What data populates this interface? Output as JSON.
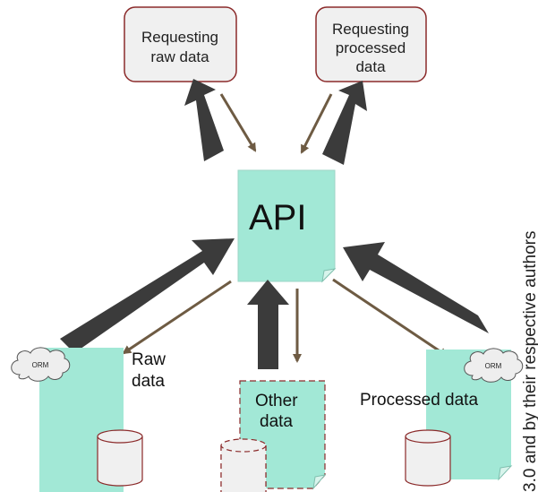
{
  "request_raw": {
    "line1": "Requesting",
    "line2": "raw data"
  },
  "request_processed": {
    "line1": "Requesting",
    "line2": "processed",
    "line3": "data"
  },
  "api": {
    "label": "API"
  },
  "raw": {
    "line1": "Raw",
    "line2": "data",
    "orm": "ORM"
  },
  "other": {
    "line1": "Other",
    "line2": "data"
  },
  "processed": {
    "label": "Processed data",
    "orm": "ORM"
  },
  "side_text": "3.0 and by their respective authors",
  "colors": {
    "doc_fill": "#a2e8d6",
    "request_box_fill": "#f0f0f0",
    "request_box_stroke": "#8b2a2a",
    "thick_arrow": "#3b3b3b",
    "thin_arrow": "#6e5b43",
    "db_stroke": "#8b2a2a"
  }
}
